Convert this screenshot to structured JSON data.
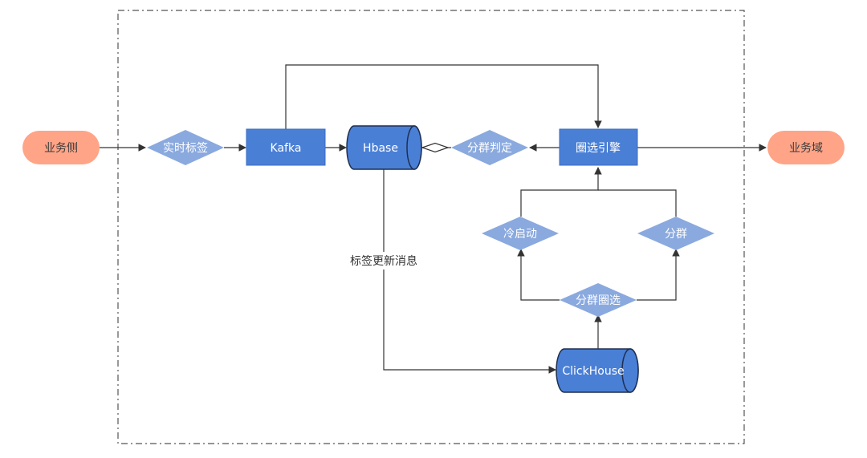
{
  "nodes": {
    "business_side": "业务侧",
    "realtime_tag": "实时标签",
    "kafka": "Kafka",
    "hbase": "Hbase",
    "group_judge": "分群判定",
    "selection_engine": "圈选引擎",
    "business_domain": "业务域",
    "cold_start": "冷启动",
    "grouping": "分群",
    "group_selection": "分群圈选",
    "clickhouse": "ClickHouse"
  },
  "edge_labels": {
    "tag_update": "标签更新消息"
  },
  "colors": {
    "terminal_fill": "#FFA487",
    "process_fill": "#4A7FD6",
    "process_stroke": "#3B6DC0",
    "decision_fill": "#8AA9DE",
    "cylinder_fill": "#4A7FD6",
    "cylinder_stroke": "#1F2F4F",
    "edge": "#333333",
    "frame": "#555555"
  }
}
